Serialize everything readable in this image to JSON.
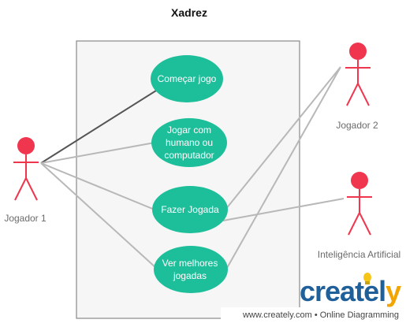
{
  "title": "Xadrez",
  "actors": [
    {
      "id": "a1",
      "label": "Jogador 1"
    },
    {
      "id": "a2",
      "label": "Jogador 2"
    },
    {
      "id": "a3",
      "label": "Inteligência Artificial"
    }
  ],
  "use_cases": [
    {
      "id": "uc1",
      "label": "Começar jogo"
    },
    {
      "id": "uc2",
      "label": "Jogar com\nhumano ou\ncomputador"
    },
    {
      "id": "uc3",
      "label": "Fazer Jogada"
    },
    {
      "id": "uc4",
      "label": "Ver melhores\njogadas"
    }
  ],
  "associations": [
    [
      "a1",
      "uc1"
    ],
    [
      "a1",
      "uc2"
    ],
    [
      "a1",
      "uc3"
    ],
    [
      "a1",
      "uc4"
    ],
    [
      "a2",
      "uc3"
    ],
    [
      "a2",
      "uc4"
    ],
    [
      "a3",
      "uc3"
    ]
  ],
  "colors": {
    "actor": "#f0364f",
    "use_case": "#1dbf9a",
    "system_fill": "#f5f6f5",
    "system_border": "#888888",
    "line": "#b8b8b8",
    "line_dark": "#555555"
  },
  "branding": {
    "logo_text_main": "createl",
    "logo_text_accent": "y",
    "footer": "www.creately.com • Online Diagramming"
  }
}
